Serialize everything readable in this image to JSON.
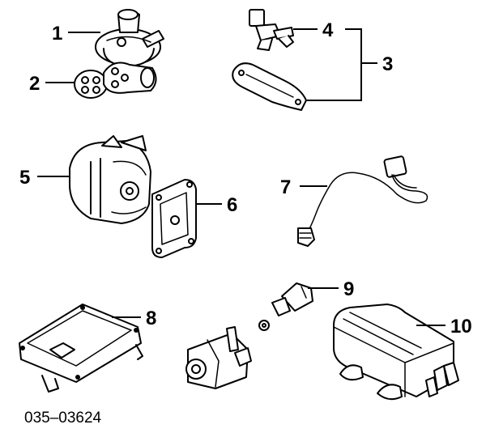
{
  "callouts": [
    "1",
    "2",
    "3",
    "4",
    "5",
    "6",
    "7",
    "8",
    "9",
    "10"
  ],
  "diagram_code": "035–03624"
}
